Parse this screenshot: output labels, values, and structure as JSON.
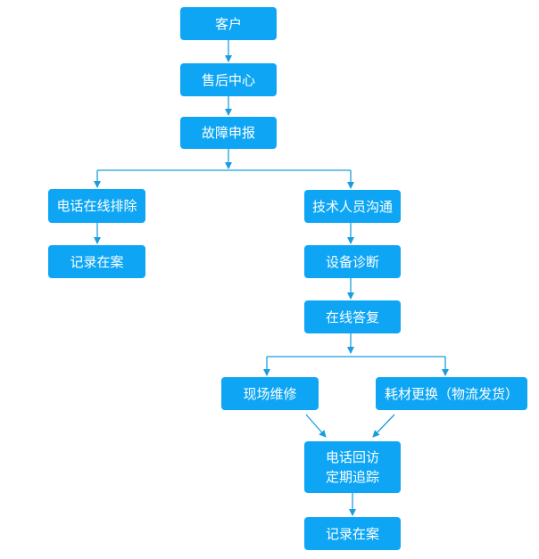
{
  "nodes": {
    "customer": "客户",
    "after_sales_center": "售后中心",
    "fault_report": "故障申报",
    "phone_troubleshoot": "电话在线排除",
    "record_left": "记录在案",
    "tech_communication": "技术人员沟通",
    "device_diagnosis": "设备诊断",
    "online_reply": "在线答复",
    "onsite_repair": "现场维修",
    "parts_replacement": "耗材更换（物流发货）",
    "callback_line1": "电话回访",
    "callback_line2": "定期追踪",
    "record_bottom": "记录在案"
  },
  "colors": {
    "node_fill": "#0ea6f4",
    "connector": "#1a9de0",
    "node_text": "#ffffff"
  }
}
